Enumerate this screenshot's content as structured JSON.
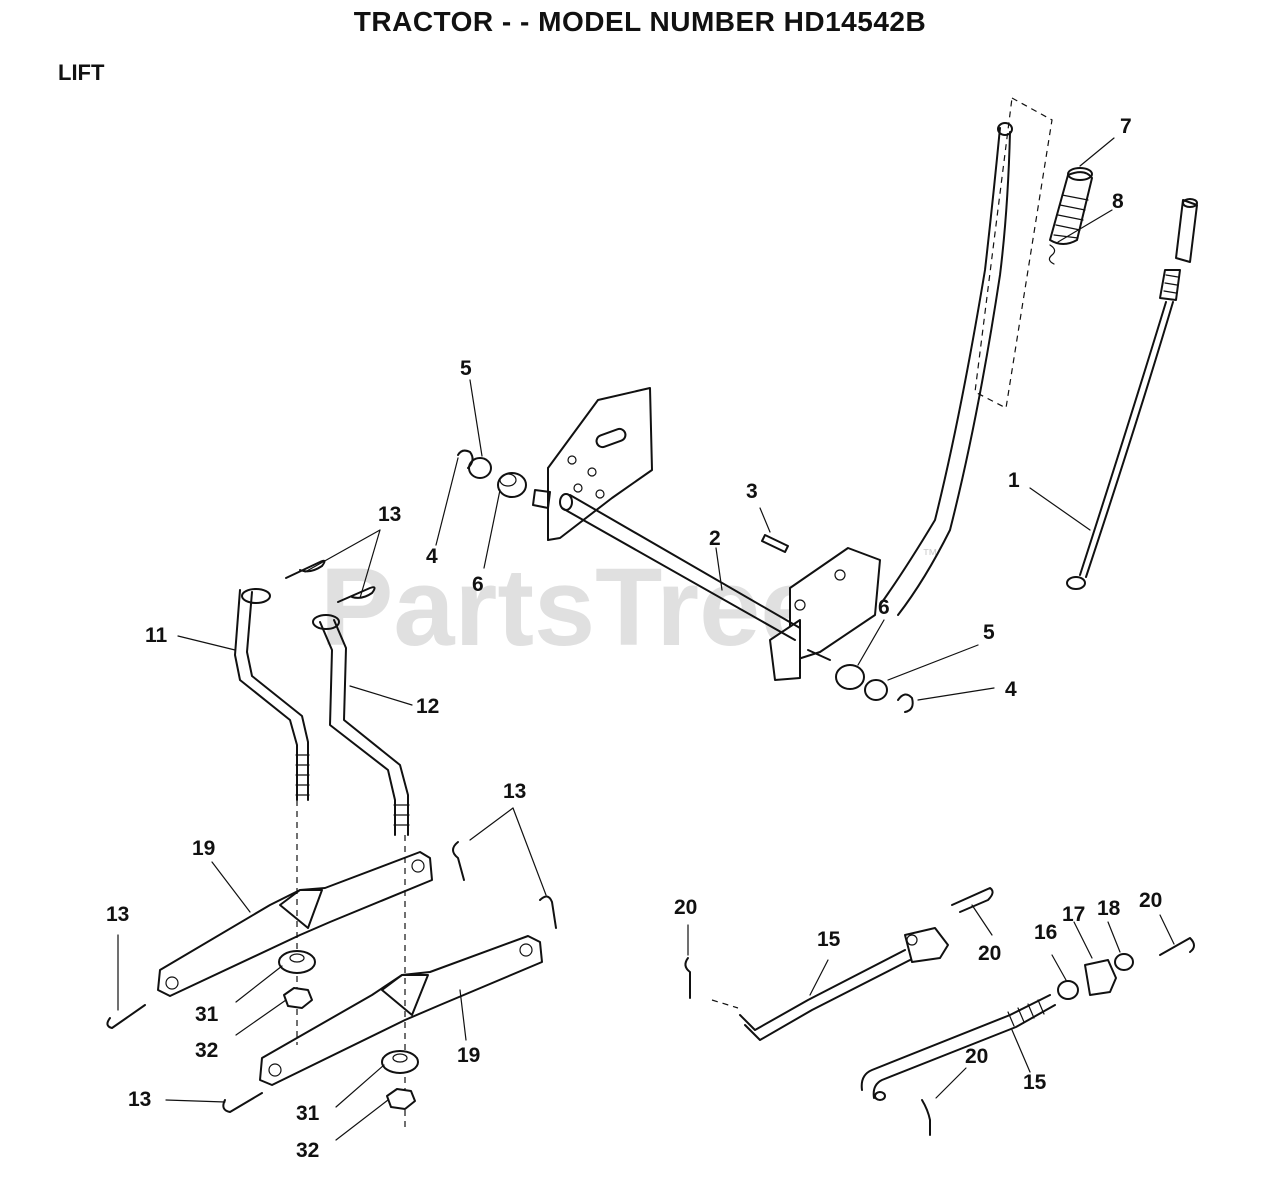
{
  "title": "TRACTOR - - MODEL NUMBER HD14542B",
  "section": "LIFT",
  "watermark": {
    "text": "PartsTree",
    "tm": "™"
  },
  "callouts": {
    "c7": "7",
    "c8": "8",
    "c1": "1",
    "c5a": "5",
    "c3": "3",
    "c2": "2",
    "c4a": "4",
    "c6a": "6",
    "c6b": "6",
    "c5b": "5",
    "c4b": "4",
    "c13a": "13",
    "c11": "11",
    "c12": "12",
    "c13b": "13",
    "c19a": "19",
    "c13c": "13",
    "c31a": "31",
    "c32a": "32",
    "c19b": "19",
    "c13d": "13",
    "c31b": "31",
    "c32b": "32",
    "c20a": "20",
    "c15a": "15",
    "c20b": "20",
    "c16": "16",
    "c17": "17",
    "c18": "18",
    "c20c": "20",
    "c20d": "20",
    "c15b": "15"
  }
}
